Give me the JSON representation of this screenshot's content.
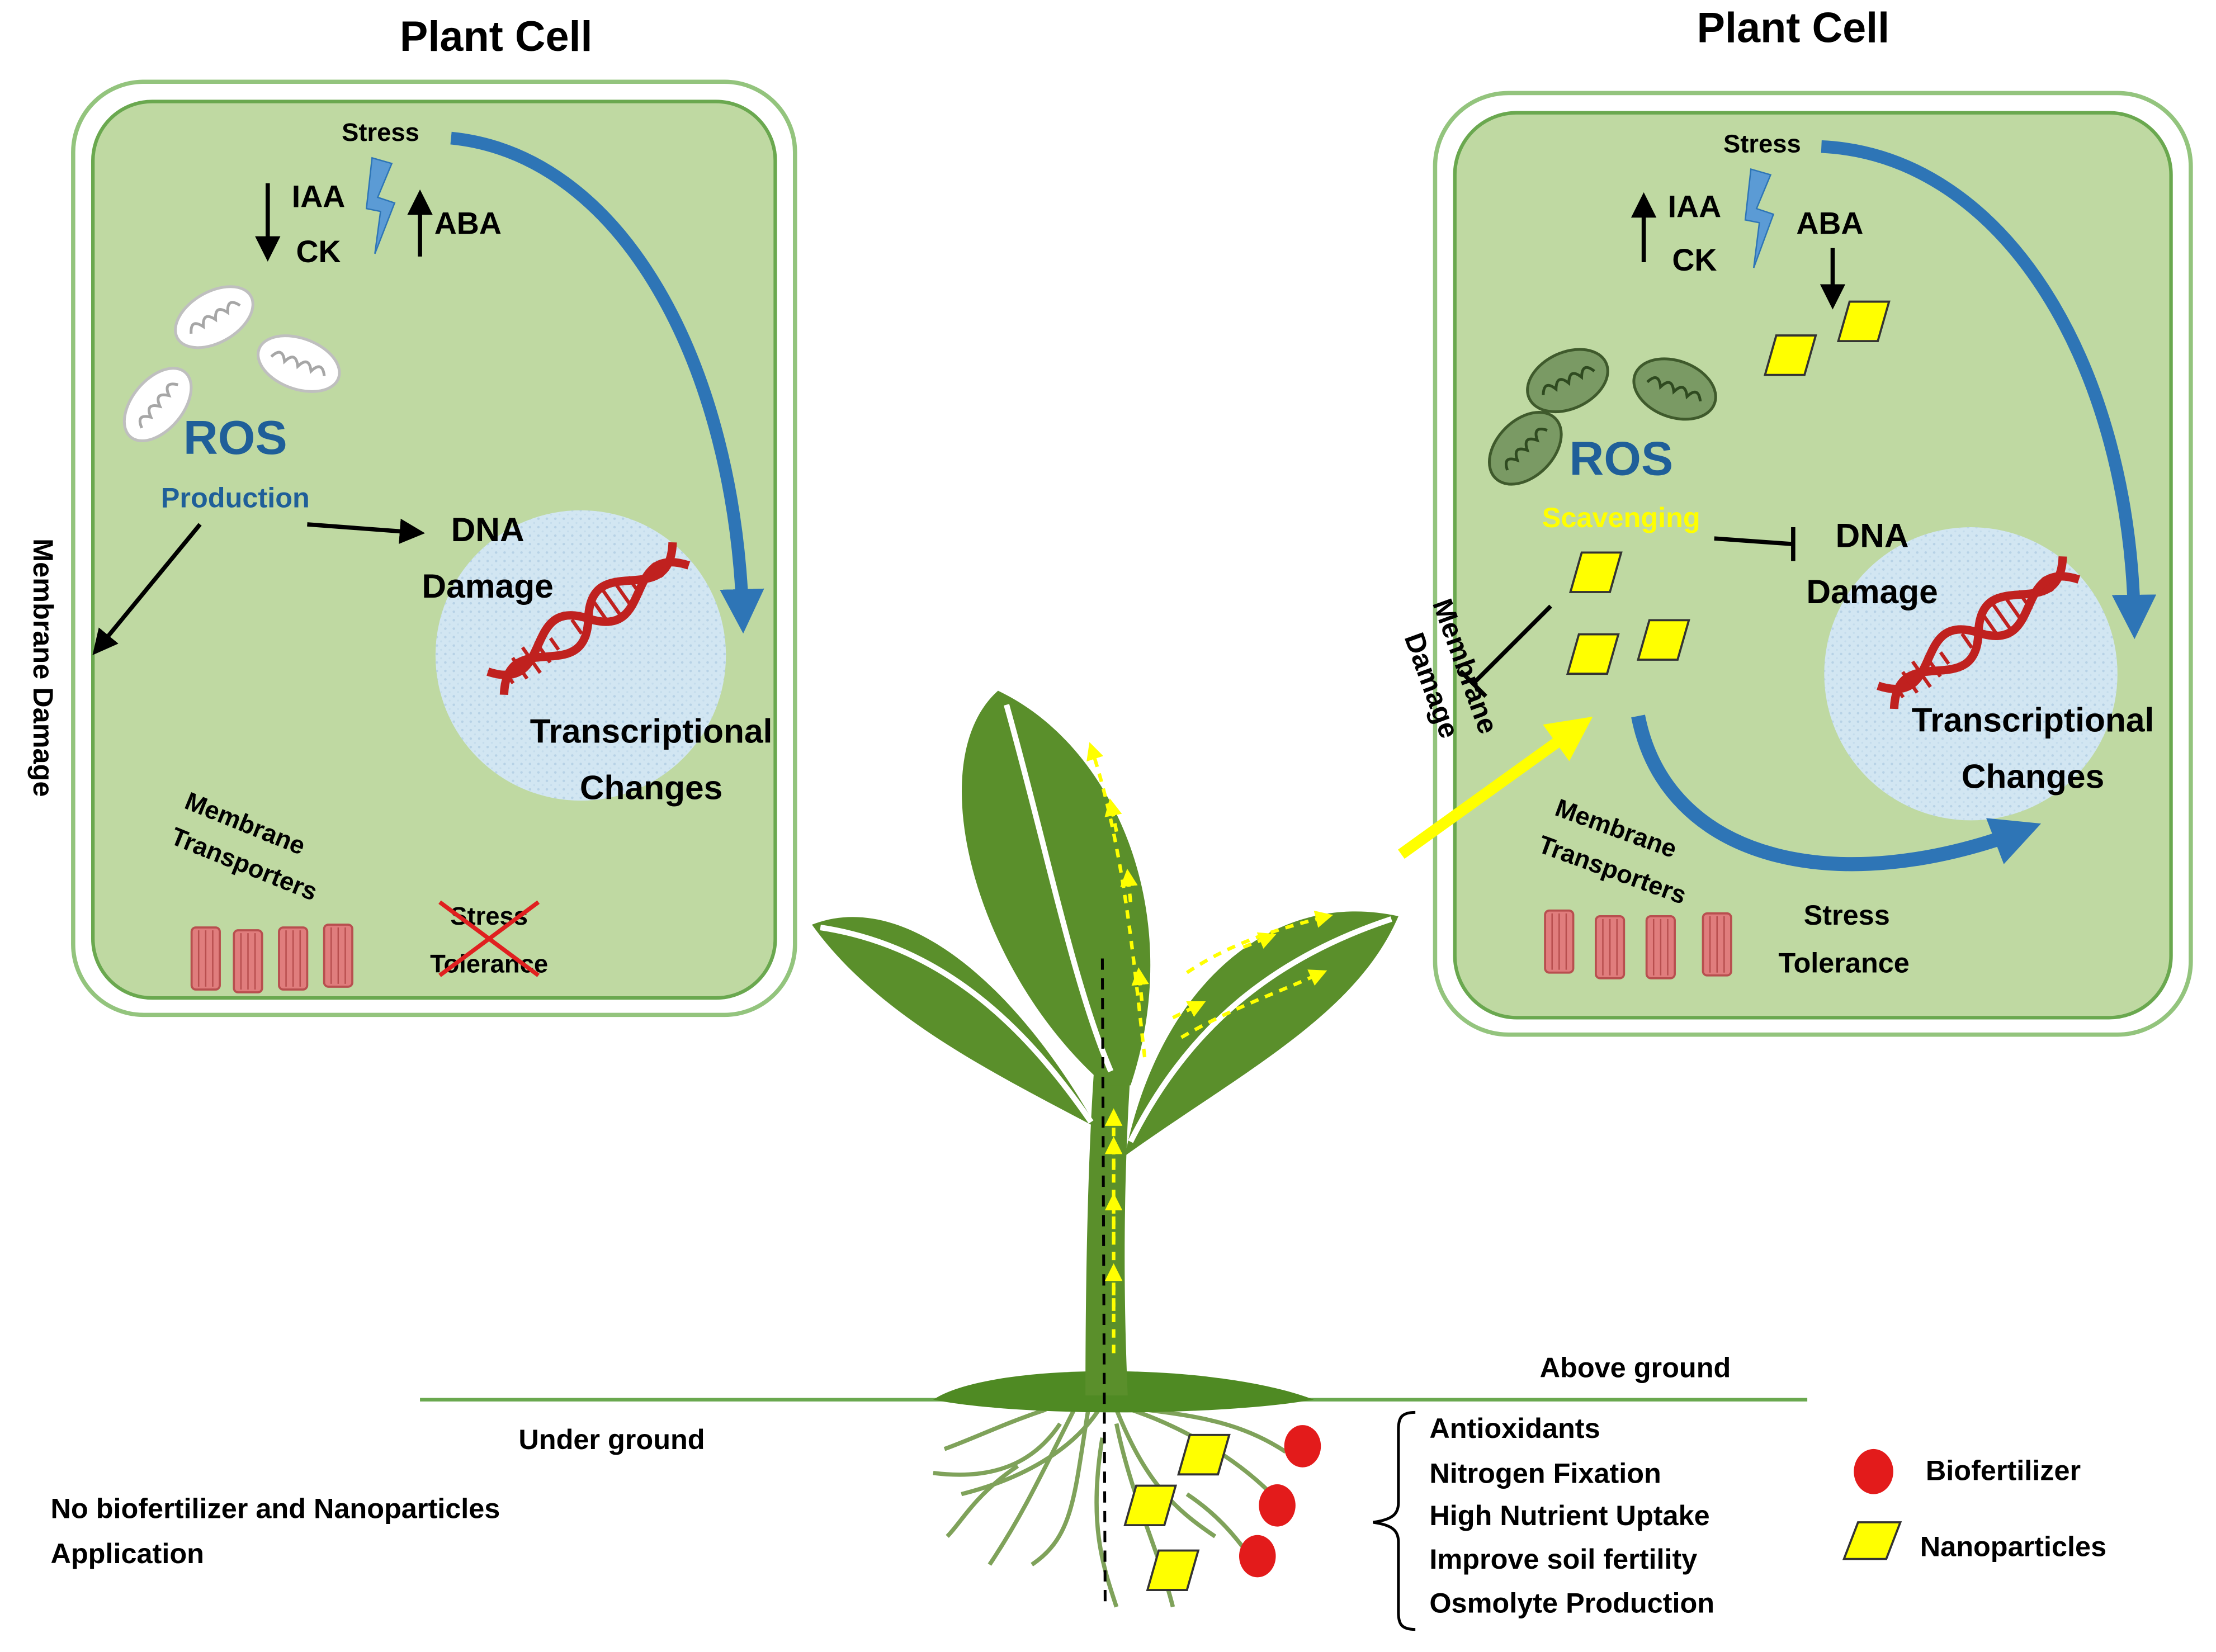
{
  "left_cell": {
    "title": "Plant Cell",
    "stress": "Stress",
    "iaa": "IAA",
    "ck": "CK",
    "aba": "ABA",
    "ros": "ROS",
    "ros_sub": "Production",
    "dna": "DNA",
    "damage": "Damage",
    "transcriptional": "Transcriptional",
    "changes": "Changes",
    "membrane_damage": "Membrane Damage",
    "membrane": "Membrane",
    "transporters": "Transporters",
    "stress_tol_1": "Stress",
    "stress_tol_2": "Tolerance"
  },
  "right_cell": {
    "title": "Plant Cell",
    "stress": "Stress",
    "iaa": "IAA",
    "ck": "CK",
    "aba": "ABA",
    "ros": "ROS",
    "ros_sub": "Scavenging",
    "dna": "DNA",
    "damage": "Damage",
    "transcriptional": "Transcriptional",
    "changes": "Changes",
    "membrane_damage_1": "Membrane",
    "membrane_damage_2": "Damage",
    "membrane": "Membrane",
    "transporters": "Transporters",
    "stress_tol_1": "Stress",
    "stress_tol_2": "Tolerance"
  },
  "ground": {
    "above": "Above ground",
    "under": "Under ground",
    "no_app_1": "No biofertilizer and Nanoparticles",
    "no_app_2": "Application"
  },
  "benefits": [
    "Antioxidants",
    "Nitrogen Fixation",
    "High Nutrient Uptake",
    "Improve soil fertility",
    "Osmolyte Production"
  ],
  "legend": {
    "biofertilizer": "Biofertilizer",
    "nanoparticles": "Nanoparticles"
  },
  "colors": {
    "cell_fill": "#bfd9a2",
    "cell_border": "#6aa84f",
    "leaf": "#5a8f2b",
    "nucleus": "#d2e6f2",
    "arrow_blue": "#2e75b6",
    "ros_blue": "#1f5f99",
    "nanoparticle": "#ffff00",
    "biofertilizer": "#e31b1b",
    "dna": "#c0211f",
    "transporter": "#e07d7d"
  }
}
